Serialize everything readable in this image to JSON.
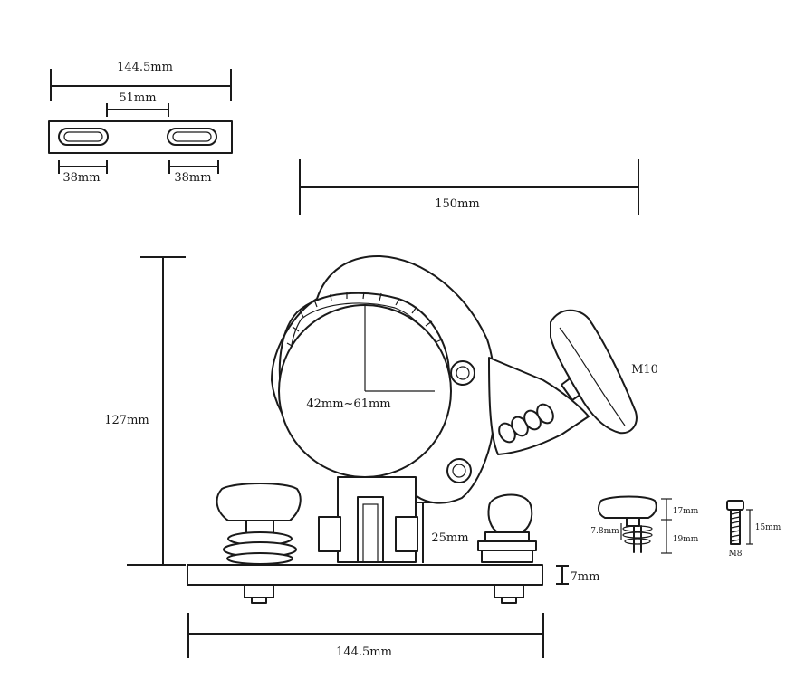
{
  "labels": {
    "top_plate_width": "144.5mm",
    "slot_spacing": "51mm",
    "slot_left_length": "38mm",
    "slot_right_length": "38mm",
    "clamp_width": "150mm",
    "total_height": "127mm",
    "tube_range": "42mm~61mm",
    "knob_thread": "M10",
    "block_height": "25mm",
    "plate_thickness": "7mm",
    "base_width": "144.5mm",
    "knob_height_top": "17mm",
    "knob_height_bottom": "19mm",
    "knob_pin": "7.8mm",
    "bolt_length": "15mm",
    "bolt_thread": "M8"
  }
}
